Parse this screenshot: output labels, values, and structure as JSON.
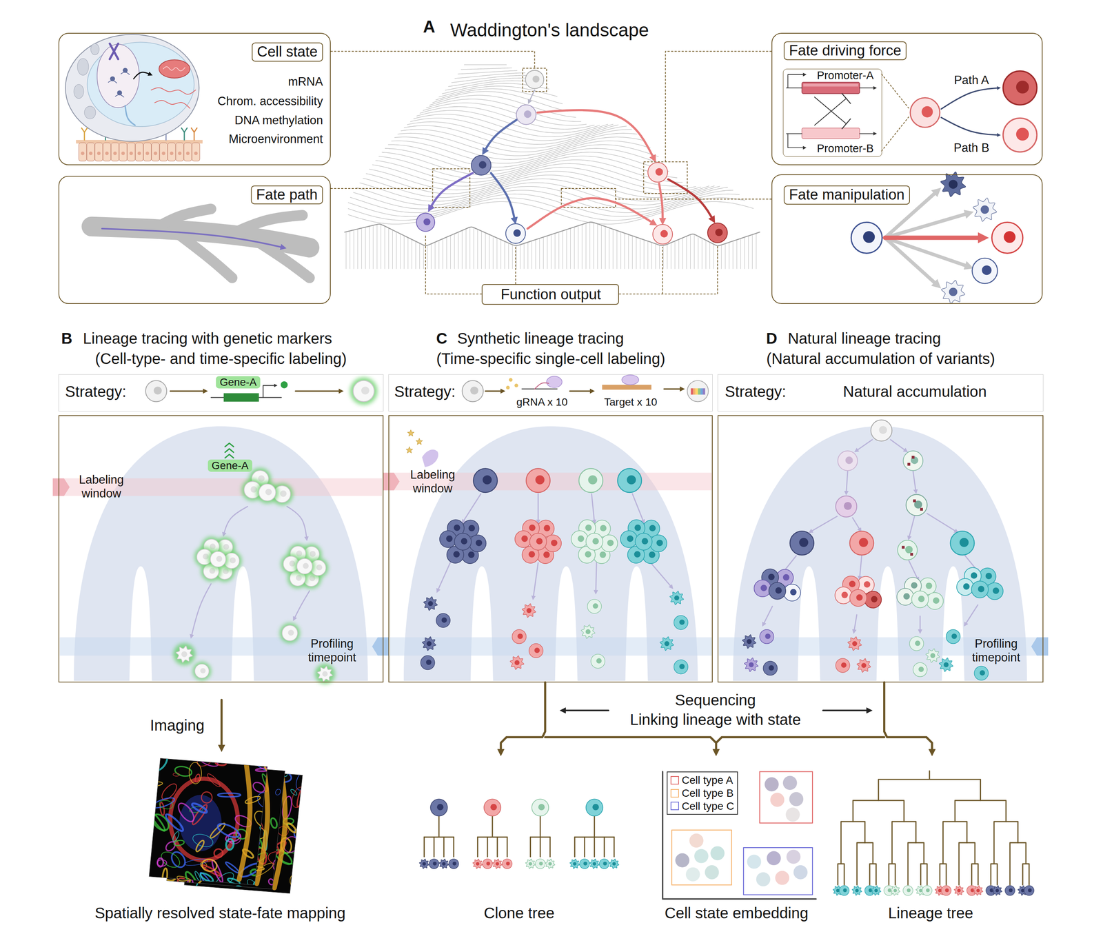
{
  "diagram": {
    "nodes": [
      {
        "text": [
          "Cell state",
          "mRNA",
          "Chrom. accessibility",
          "DNA methylation",
          "Microenvironment"
        ]
      },
      {
        "text": [
          "Fate driving force",
          "Path A",
          "Path B"
        ]
      },
      {
        "text": [
          "Promoter-A",
          "Promoter-B"
        ],
        "in": 1
      },
      {
        "text": [
          "Fate path"
        ]
      },
      {
        "text": [
          "Fate manipulation"
        ]
      },
      {
        "text": [
          "Function output"
        ]
      },
      {
        "text": [
          "Strategy:",
          "Gene-A"
        ]
      },
      {
        "text": [
          "Gene-A",
          "Labeling window",
          "Profiling timepoint"
        ]
      },
      {
        "text": [
          "Strategy:",
          "gRNA x 10",
          "Target x 10"
        ]
      },
      {
        "text": [
          "Labeling window"
        ]
      },
      {
        "text": [
          "Strategy:",
          "Natural accumulation"
        ]
      },
      {
        "text": [
          "Profiling timepoint"
        ]
      }
    ],
    "labels": [
      "A",
      "Waddington's landscape",
      "B",
      "Lineage tracing with genetic markers",
      "(Cell-type- and time-specific labeling)",
      "C",
      "Synthetic lineage tracing",
      "(Time-specific single-cell labeling)",
      "D",
      "Natural lineage tracing",
      "(Natural accumulation of variants)",
      "Imaging",
      "Sequencing",
      "Linking lineage with state",
      "Spatially resolved state-fate mapping",
      "Clone tree",
      "Cell state embedding",
      "Lineage tree"
    ],
    "legend": [
      {
        "text": "Cell type A",
        "color": "#e06666"
      },
      {
        "text": "Cell type B",
        "color": "#f6b26b"
      },
      {
        "text": "Cell type C",
        "color": "#6d6dd8"
      }
    ]
  }
}
